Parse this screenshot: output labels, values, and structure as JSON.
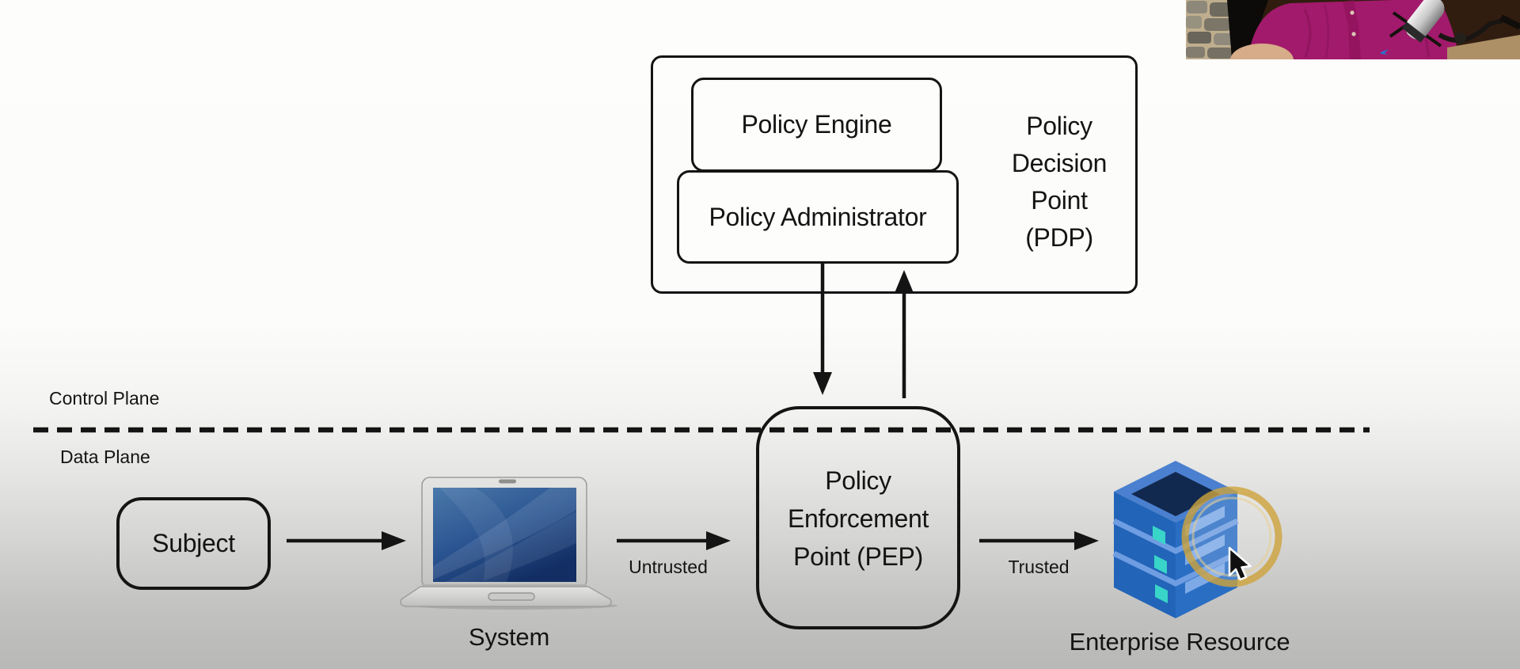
{
  "planes": {
    "control_label": "Control Plane",
    "data_label": "Data Plane"
  },
  "pdp_group": {
    "engine_label": "Policy Engine",
    "administrator_label": "Policy Administrator",
    "title_lines": [
      "Policy",
      "Decision",
      "Point",
      "(PDP)"
    ]
  },
  "pep": {
    "line1": "Policy",
    "line2": "Enforcement",
    "line3": "Point (PEP)"
  },
  "nodes": {
    "subject_label": "Subject",
    "system_label": "System",
    "enterprise_resource_label": "Enterprise Resource"
  },
  "flows": {
    "untrusted_label": "Untrusted",
    "trusted_label": "Trusted"
  },
  "icons": {
    "laptop": "laptop-icon",
    "server": "server-stack-icon",
    "cursor": "mouse-cursor-icon",
    "highlight": "click-highlight-ring",
    "webcam": "presenter-webcam"
  },
  "colors": {
    "line": "#141414",
    "background_top": "#fdfdfb",
    "background_bottom": "#b8b8b6",
    "laptop_screen_blue": "#1d4377",
    "server_blue": "#2a69be",
    "server_top_inset": "#12294f",
    "server_teal": "#38d5c8",
    "highlight_gold": "#cfa43c",
    "shirt_magenta": "#a21a6b"
  }
}
